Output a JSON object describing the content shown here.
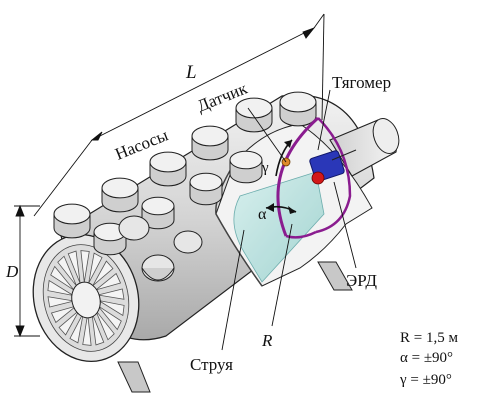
{
  "labels": {
    "length": "L",
    "diameter": "D",
    "pumps": "Насосы",
    "sensor": "Датчик",
    "thrust_meter": "Тягомер",
    "alpha": "α",
    "gamma": "γ",
    "erd": "ЭРД",
    "radius": "R",
    "jet": "Струя"
  },
  "params": {
    "r_value": "R = 1,5 м",
    "alpha_value": "α = ±90°",
    "gamma_value": "γ = ±90°"
  },
  "colors": {
    "body": "#d9d9d9",
    "body_shadow": "#bdbdbd",
    "interior": "#eaeaea",
    "jet": "#bfe3e1",
    "arc": "#8a1c8f",
    "engine": "#2a37b8",
    "engine_accent": "#d21818"
  }
}
